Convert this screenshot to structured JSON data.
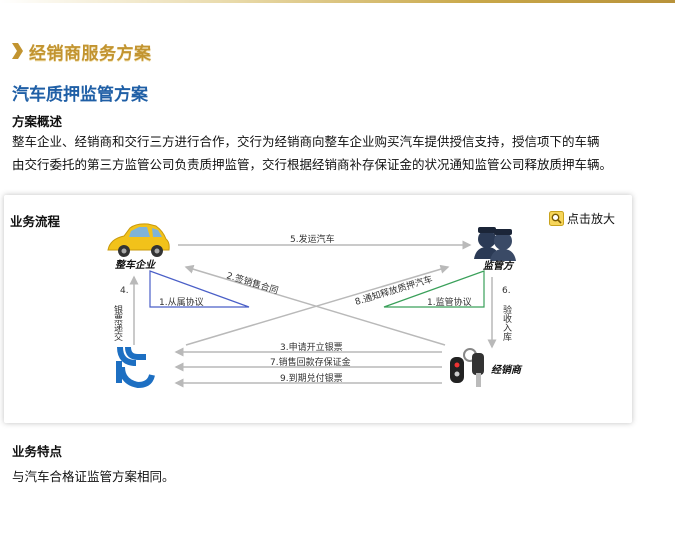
{
  "header": {
    "section_title": "经销商服务方案",
    "plan_title": "汽车质押监管方案"
  },
  "overview": {
    "heading": "方案概述",
    "line1": "整车企业、经销商和交行三方进行合作，交行为经销商向整车企业购买汽车提供授信支持，授信项下的车辆",
    "line2": "由交行委托的第三方监管公司负责质押监管，交行根据经销商补存保证金的状况通知监管公司释放质押车辆。"
  },
  "flow": {
    "heading": "业务流程",
    "zoom_label": "点击放大",
    "nodes": {
      "manufacturer": "整车企业",
      "supervisor": "监管方",
      "dealer": "经销商"
    },
    "steps": {
      "s1": "1.从属协议",
      "s1b": "1.监管协议",
      "s2": "2.签销售合同",
      "s3": "3.申请开立银票",
      "s4": "4.银票递交",
      "s5": "5.发运汽车",
      "s6": "6.验收入库",
      "s7": "7.销售回款存保证金",
      "s8": "8.通知释放质押汽车",
      "s9": "9.到期兑付银票"
    },
    "colors": {
      "arrow": "#b9b9b9",
      "triangle_left": "#4a5fc7",
      "triangle_right": "#3aa05a",
      "car": "#f2c21a",
      "bank": "#1d6fc2"
    }
  },
  "features": {
    "heading": "业务特点",
    "text": "与汽车合格证监管方案相同。"
  }
}
